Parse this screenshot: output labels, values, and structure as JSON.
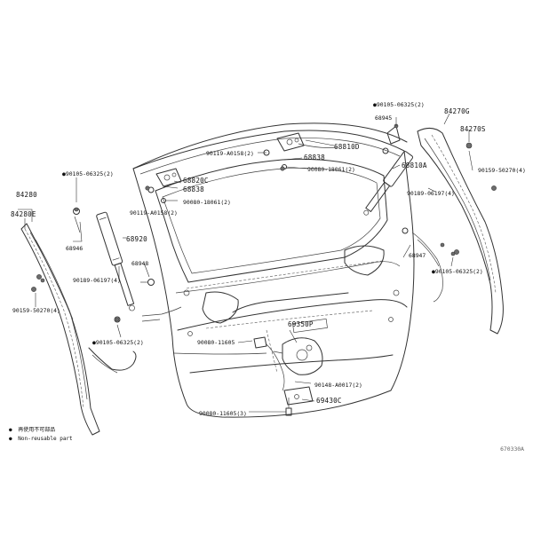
{
  "diagram": {
    "catalog_code": "670330A",
    "legend": [
      {
        "marker": "●",
        "text": "再使用不可部品"
      },
      {
        "marker": "●",
        "text": "Non-reusable part"
      }
    ],
    "callouts": {
      "c84280": "84280",
      "c84280E": "84280E",
      "c68946": "68946",
      "c90189_06197_L": "90189-06197(4)",
      "c90159_50270_L": "90159-50270(4)",
      "c90105_06325_L1": "●90105-06325(2)",
      "c90105_06325_L2": "●90105-06325(2)",
      "c68920": "68920",
      "c68948": "68948",
      "c90119_A0158_L": "90119-A0158(2)",
      "c90080_18061_L": "90080-18061(2)",
      "c68838": "68838",
      "c68820C": "68820C",
      "c90119_A0158_T": "90119-A0158(2)",
      "c68838_T": "68838",
      "c68810D": "68810D",
      "c90080_18061_T": "90080-18061(2)",
      "c68810A": "68810A",
      "c68945": "68945",
      "c90105_06325_R1": "●90105-06325(2)",
      "c84270G": "84270G",
      "c84270S": "84270S",
      "c90159_50270_R": "90159-50270(4)",
      "c90189_06197_R": "90189-06197(4)",
      "c68947": "68947",
      "c90105_06325_R2": "●90105-06325(2)",
      "c69350P": "69350P",
      "c90080_11605": "90080-11605",
      "c90148_A0017": "90148-A0017(2)",
      "c69430C": "69430C",
      "c90080_11605_3": "90080-11605(3)"
    }
  }
}
